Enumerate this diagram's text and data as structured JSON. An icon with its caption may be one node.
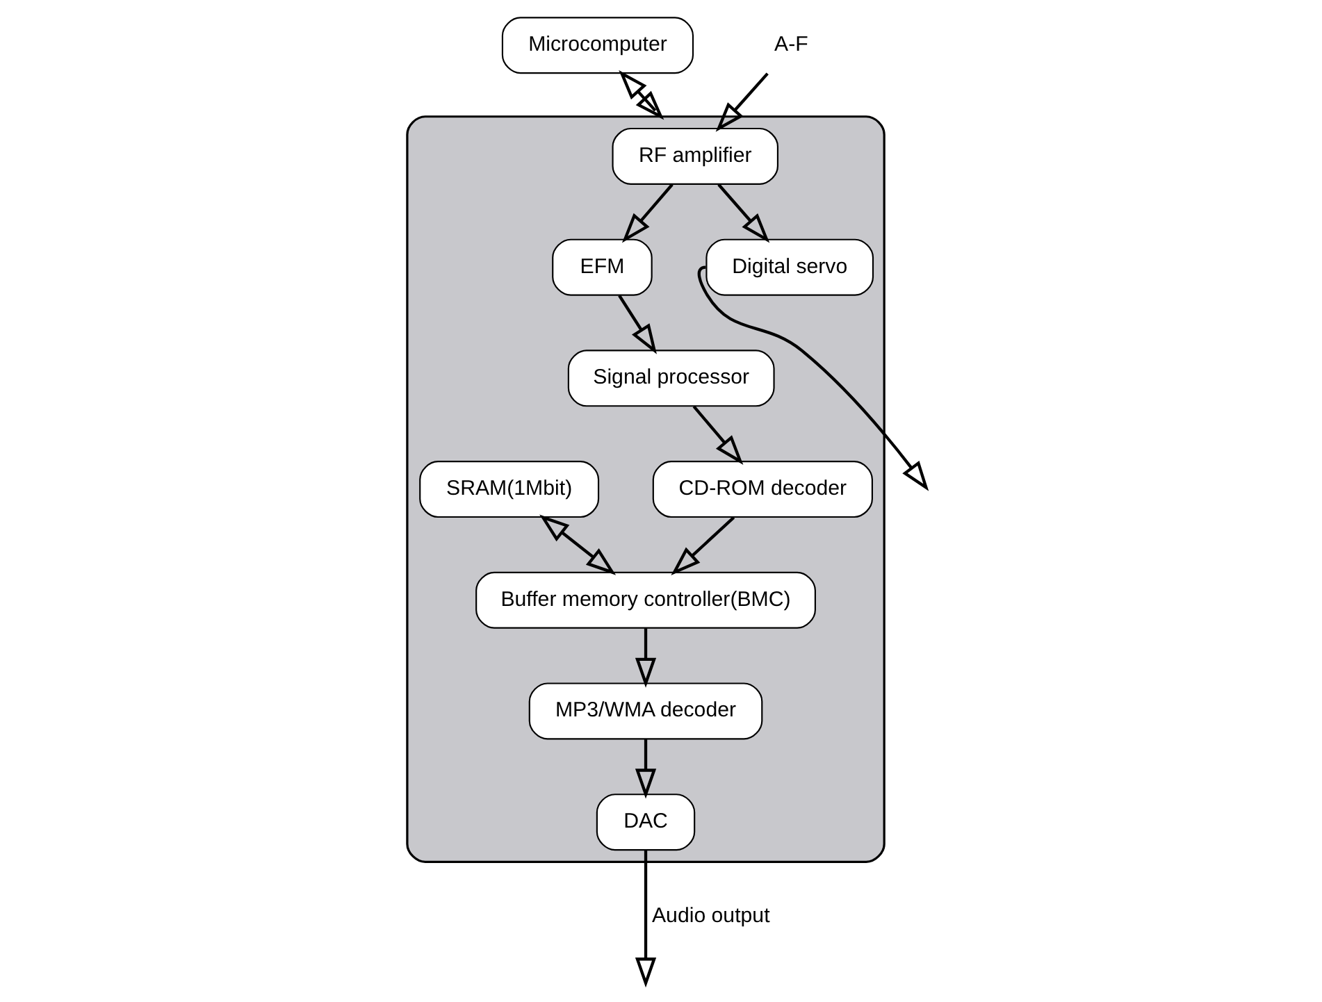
{
  "diagram": {
    "nodes": [
      {
        "text": [],
        "shape": "box"
      },
      {
        "text": [
          "RF amplifier"
        ],
        "in": 0
      },
      {
        "text": [
          "CD-ROM decoder"
        ],
        "in": 0
      },
      {
        "text": [
          "SRAM(1Mbit)"
        ],
        "in": 0
      },
      {
        "text": [
          "Buffer memory controller(BMC)"
        ],
        "in": 0
      },
      {
        "text": [
          "EFM"
        ],
        "in": 0
      },
      {
        "text": [
          "Signal processor"
        ],
        "in": 0
      },
      {
        "text": [
          "MP3/WMA decoder"
        ],
        "in": 0
      },
      {
        "text": [
          "Digital servo"
        ],
        "in": 0
      },
      {
        "text": [
          "DAC"
        ],
        "in": 0
      },
      {
        "text": [
          "Microcomputer"
        ]
      },
      {
        "text": [
          "A-F"
        ]
      }
    ],
    "edges": [
      {
        "from": 11,
        "to": 1,
        "arrow": "to"
      },
      {
        "from": 1,
        "to": 8,
        "arrow": "to"
      },
      {
        "from": 1,
        "to": 5,
        "arrow": "to"
      },
      {
        "from": 5,
        "to": 6,
        "arrow": "to"
      },
      {
        "from": 6,
        "to": 2,
        "arrow": "to"
      },
      {
        "from": 2,
        "to": 4,
        "arrow": "to"
      },
      {
        "from": 3,
        "to": 4,
        "arrow": "both"
      },
      {
        "from": 4,
        "to": 7,
        "arrow": "to"
      },
      {
        "from": 7,
        "to": 9,
        "arrow": "to"
      },
      {
        "from": 9,
        "to": null,
        "arrow": "to",
        "label": "Audio output"
      },
      {
        "from": 8,
        "to": null,
        "arrow": "to"
      },
      {
        "from": 10,
        "to": 0,
        "arrow": "both"
      }
    ]
  }
}
